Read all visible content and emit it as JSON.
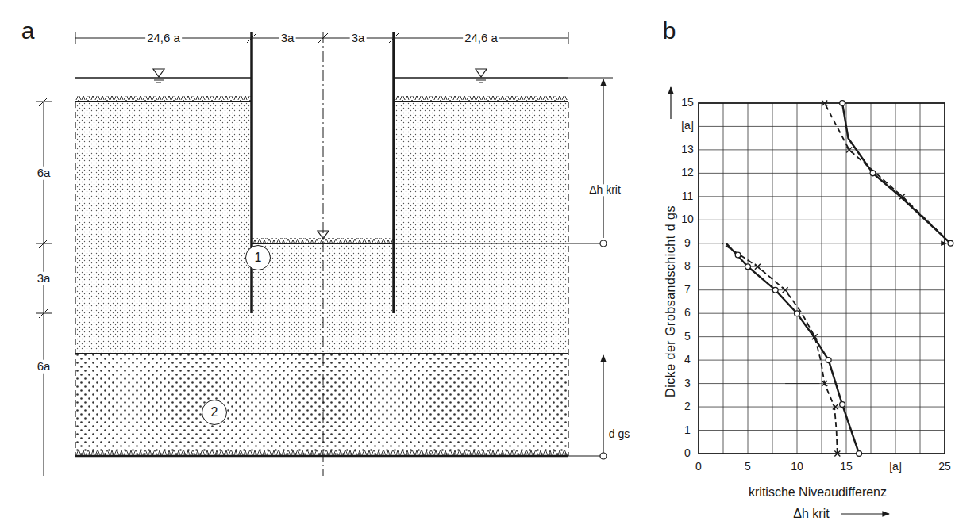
{
  "diagram": {
    "nodes": [
      {
        "text": [
          "1"
        ]
      },
      {
        "text": [
          "2"
        ]
      }
    ],
    "labels": [
      "a",
      "24,6 a",
      "3a",
      "3a",
      "24,6 a",
      "6a",
      "3a",
      "6a",
      "Δh krit",
      "d gs",
      "b",
      "15",
      "[a]",
      "13",
      "12",
      "11",
      "10",
      "9",
      "8",
      "7",
      "6",
      "5",
      "4",
      "3",
      "2",
      "1",
      "0",
      "0",
      "5",
      "10",
      "15",
      "[a]",
      "25",
      "Dicke der Grobsandschicht d gs",
      "kritische Niveaudifferenz",
      "Δh krit"
    ]
  }
}
